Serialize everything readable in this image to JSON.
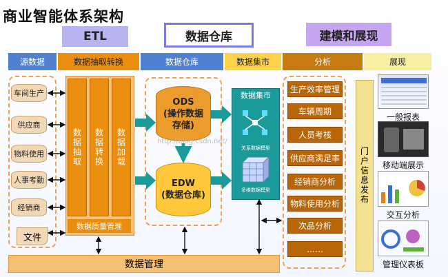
{
  "title": "商业智能体系架构",
  "headers": {
    "etl": "ETL",
    "dw": "数据仓库",
    "modeling": "建模和展现"
  },
  "bars": [
    "源数据",
    "数据抽取转换",
    "数据仓库",
    "数据集市",
    "分析",
    "展现"
  ],
  "sources": [
    "车间生产",
    "供应商",
    "物料使用",
    "人事考勤",
    "经销商"
  ],
  "file_label": "文件",
  "etl_cols": [
    "数据抽取",
    "数据转换",
    "数据加载"
  ],
  "quality": "数据质量管理",
  "ods": {
    "line1": "ODS",
    "line2": "(操作数据",
    "line3": "存储)"
  },
  "edw": {
    "line1": "EDW",
    "line2": "(数据仓库)"
  },
  "mart": {
    "title": "数据集市",
    "model1": "关系数据模型",
    "model2": "多维数据模型"
  },
  "analysis": [
    "生产效率管理",
    "车辆周期",
    "人员考核",
    "供应商满足率",
    "经销商分析",
    "物料使用分析",
    "次品分析",
    "……"
  ],
  "portal": "门户信息发布",
  "views": [
    "一般报表",
    "移动端展示",
    "交互分析",
    "管理仪表板"
  ],
  "mgmt": "数据管理",
  "watermark": "http://blog.csdn.net/",
  "colors": {
    "bar_blue": "#4f81d0",
    "bar_orange": "#eb8d0e",
    "bar_yellow": "#ffd24a",
    "bar_dark": "#c57a12",
    "bar_pale": "#f6f0a0",
    "teal": "#1a9a99"
  }
}
